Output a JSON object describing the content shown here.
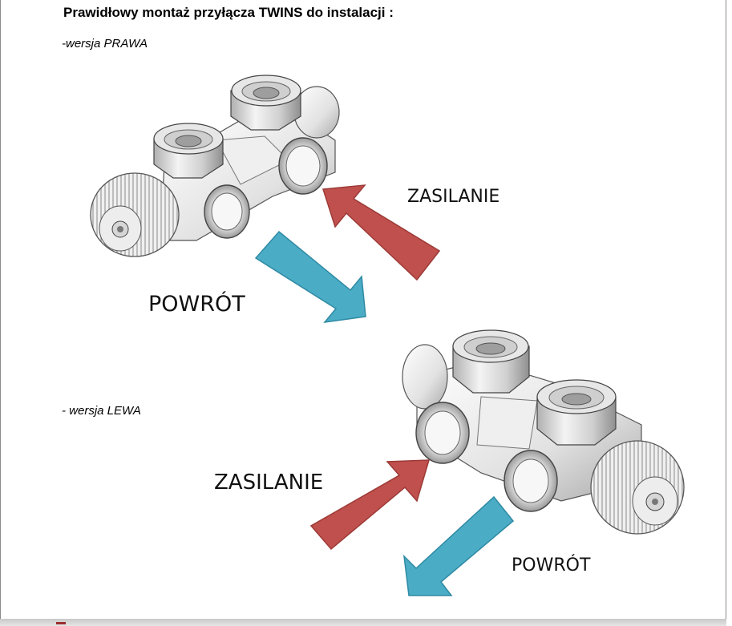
{
  "document": {
    "title": "Prawidłowy montaż przyłącza TWINS do instalacji :",
    "version_right": "-wersja PRAWA",
    "version_left": "- wersja LEWA"
  },
  "labels": {
    "supply_top": "ZASILANIE",
    "return_top": "POWRÓT",
    "supply_bottom": "ZASILANIE",
    "return_bottom": "POWRÓT"
  },
  "colors": {
    "supply_arrow": "#c0504d",
    "return_arrow": "#4bacc6"
  },
  "icons": {
    "supply_arrow": "arrow-icon",
    "return_arrow": "arrow-icon",
    "valve": "valve-fitting-image"
  }
}
